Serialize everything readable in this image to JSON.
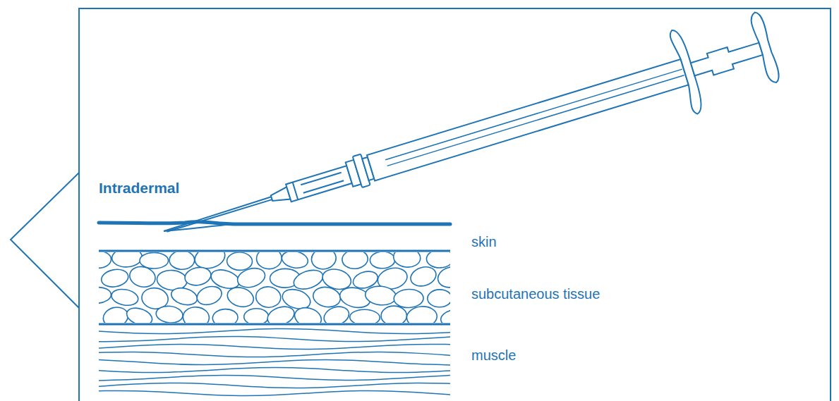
{
  "diagram": {
    "labels": [
      "Intradermal",
      "skin",
      "subcutaneous tissue",
      "muscle"
    ]
  }
}
